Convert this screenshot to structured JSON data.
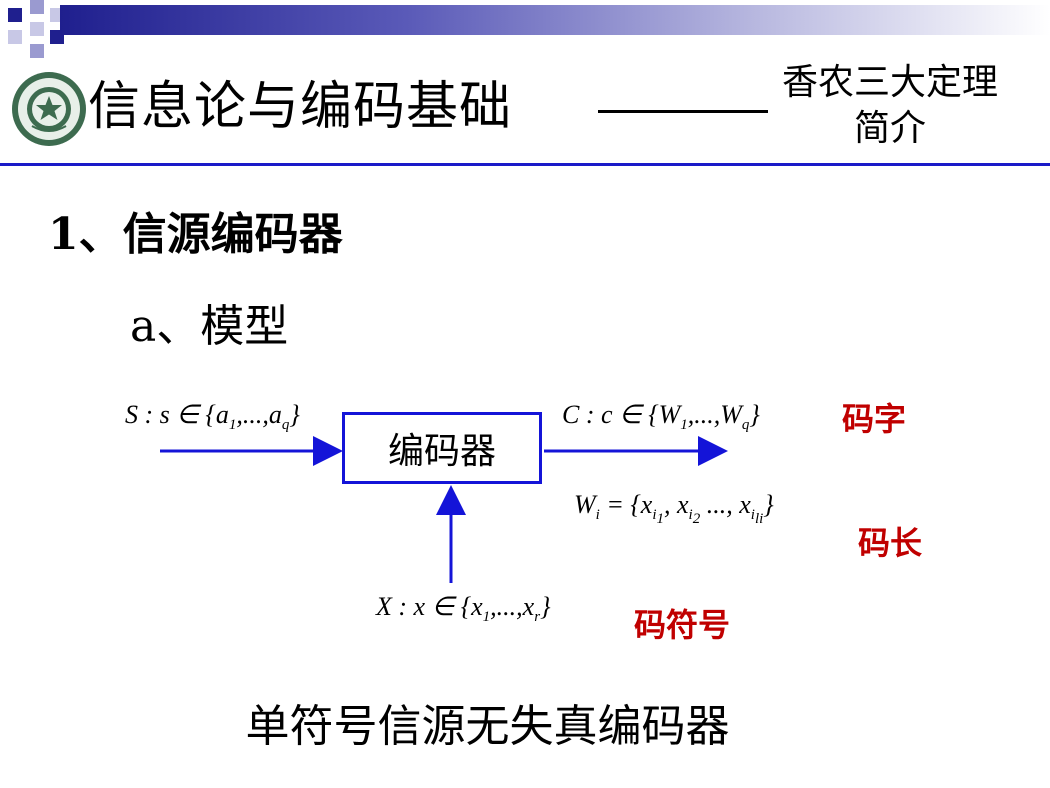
{
  "header": {
    "title": "信息论与编码基础",
    "subtitle_line1": "香农三大定理",
    "subtitle_line2": "简介"
  },
  "section": {
    "heading": "1、信源编码器",
    "subheading": "a、模型"
  },
  "diagram": {
    "encoder_label": "编码器",
    "source_set": "S : s ∈ {a",
    "code_set": "C : c ∈ {W",
    "codeword_def": "W",
    "symbol_set": "X : x ∈ {x",
    "tag_codeword": "码字",
    "tag_length": "码长",
    "tag_symbol": "码符号"
  },
  "caption": "单符号信源无失真编码器",
  "colors": {
    "accent_blue": "#1414d8",
    "tag_red": "#c00000",
    "band_dark": "#1f1f8e"
  }
}
